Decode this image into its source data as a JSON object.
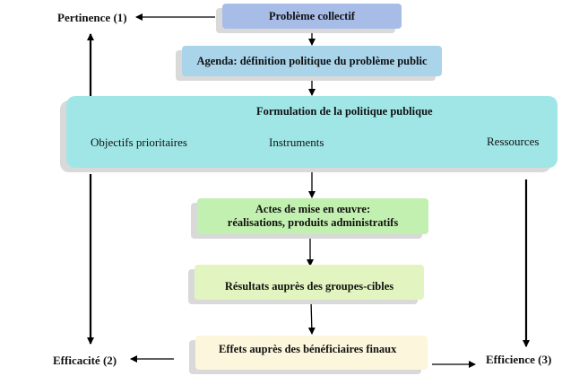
{
  "boxes": {
    "probleme": "Problème collectif",
    "agenda": "Agenda: définition politique du problème public",
    "formulation": {
      "title": "Formulation de la politique publique",
      "objectifs": "Objectifs prioritaires",
      "instruments": "Instruments",
      "ressources": "Ressources"
    },
    "actes": {
      "line1": "Actes de mise en œuvre:",
      "line2": "réalisations,  produits administratifs"
    },
    "resultats": "Résultats auprès des groupes-cibles",
    "effets": "Effets auprès des bénéficiaires finaux"
  },
  "criteria": {
    "pertinence": "Pertinence (1)",
    "efficacite": "Efficacité (2)",
    "efficience": "Efficience  (3)"
  },
  "colors": {
    "probleme": "#a8bce8",
    "agenda": "#a9d4ea",
    "formulation": "#a0e6e6",
    "actes": "#c2f0b0",
    "resultats": "#e2f5c0",
    "effets": "#fbf6dc"
  }
}
